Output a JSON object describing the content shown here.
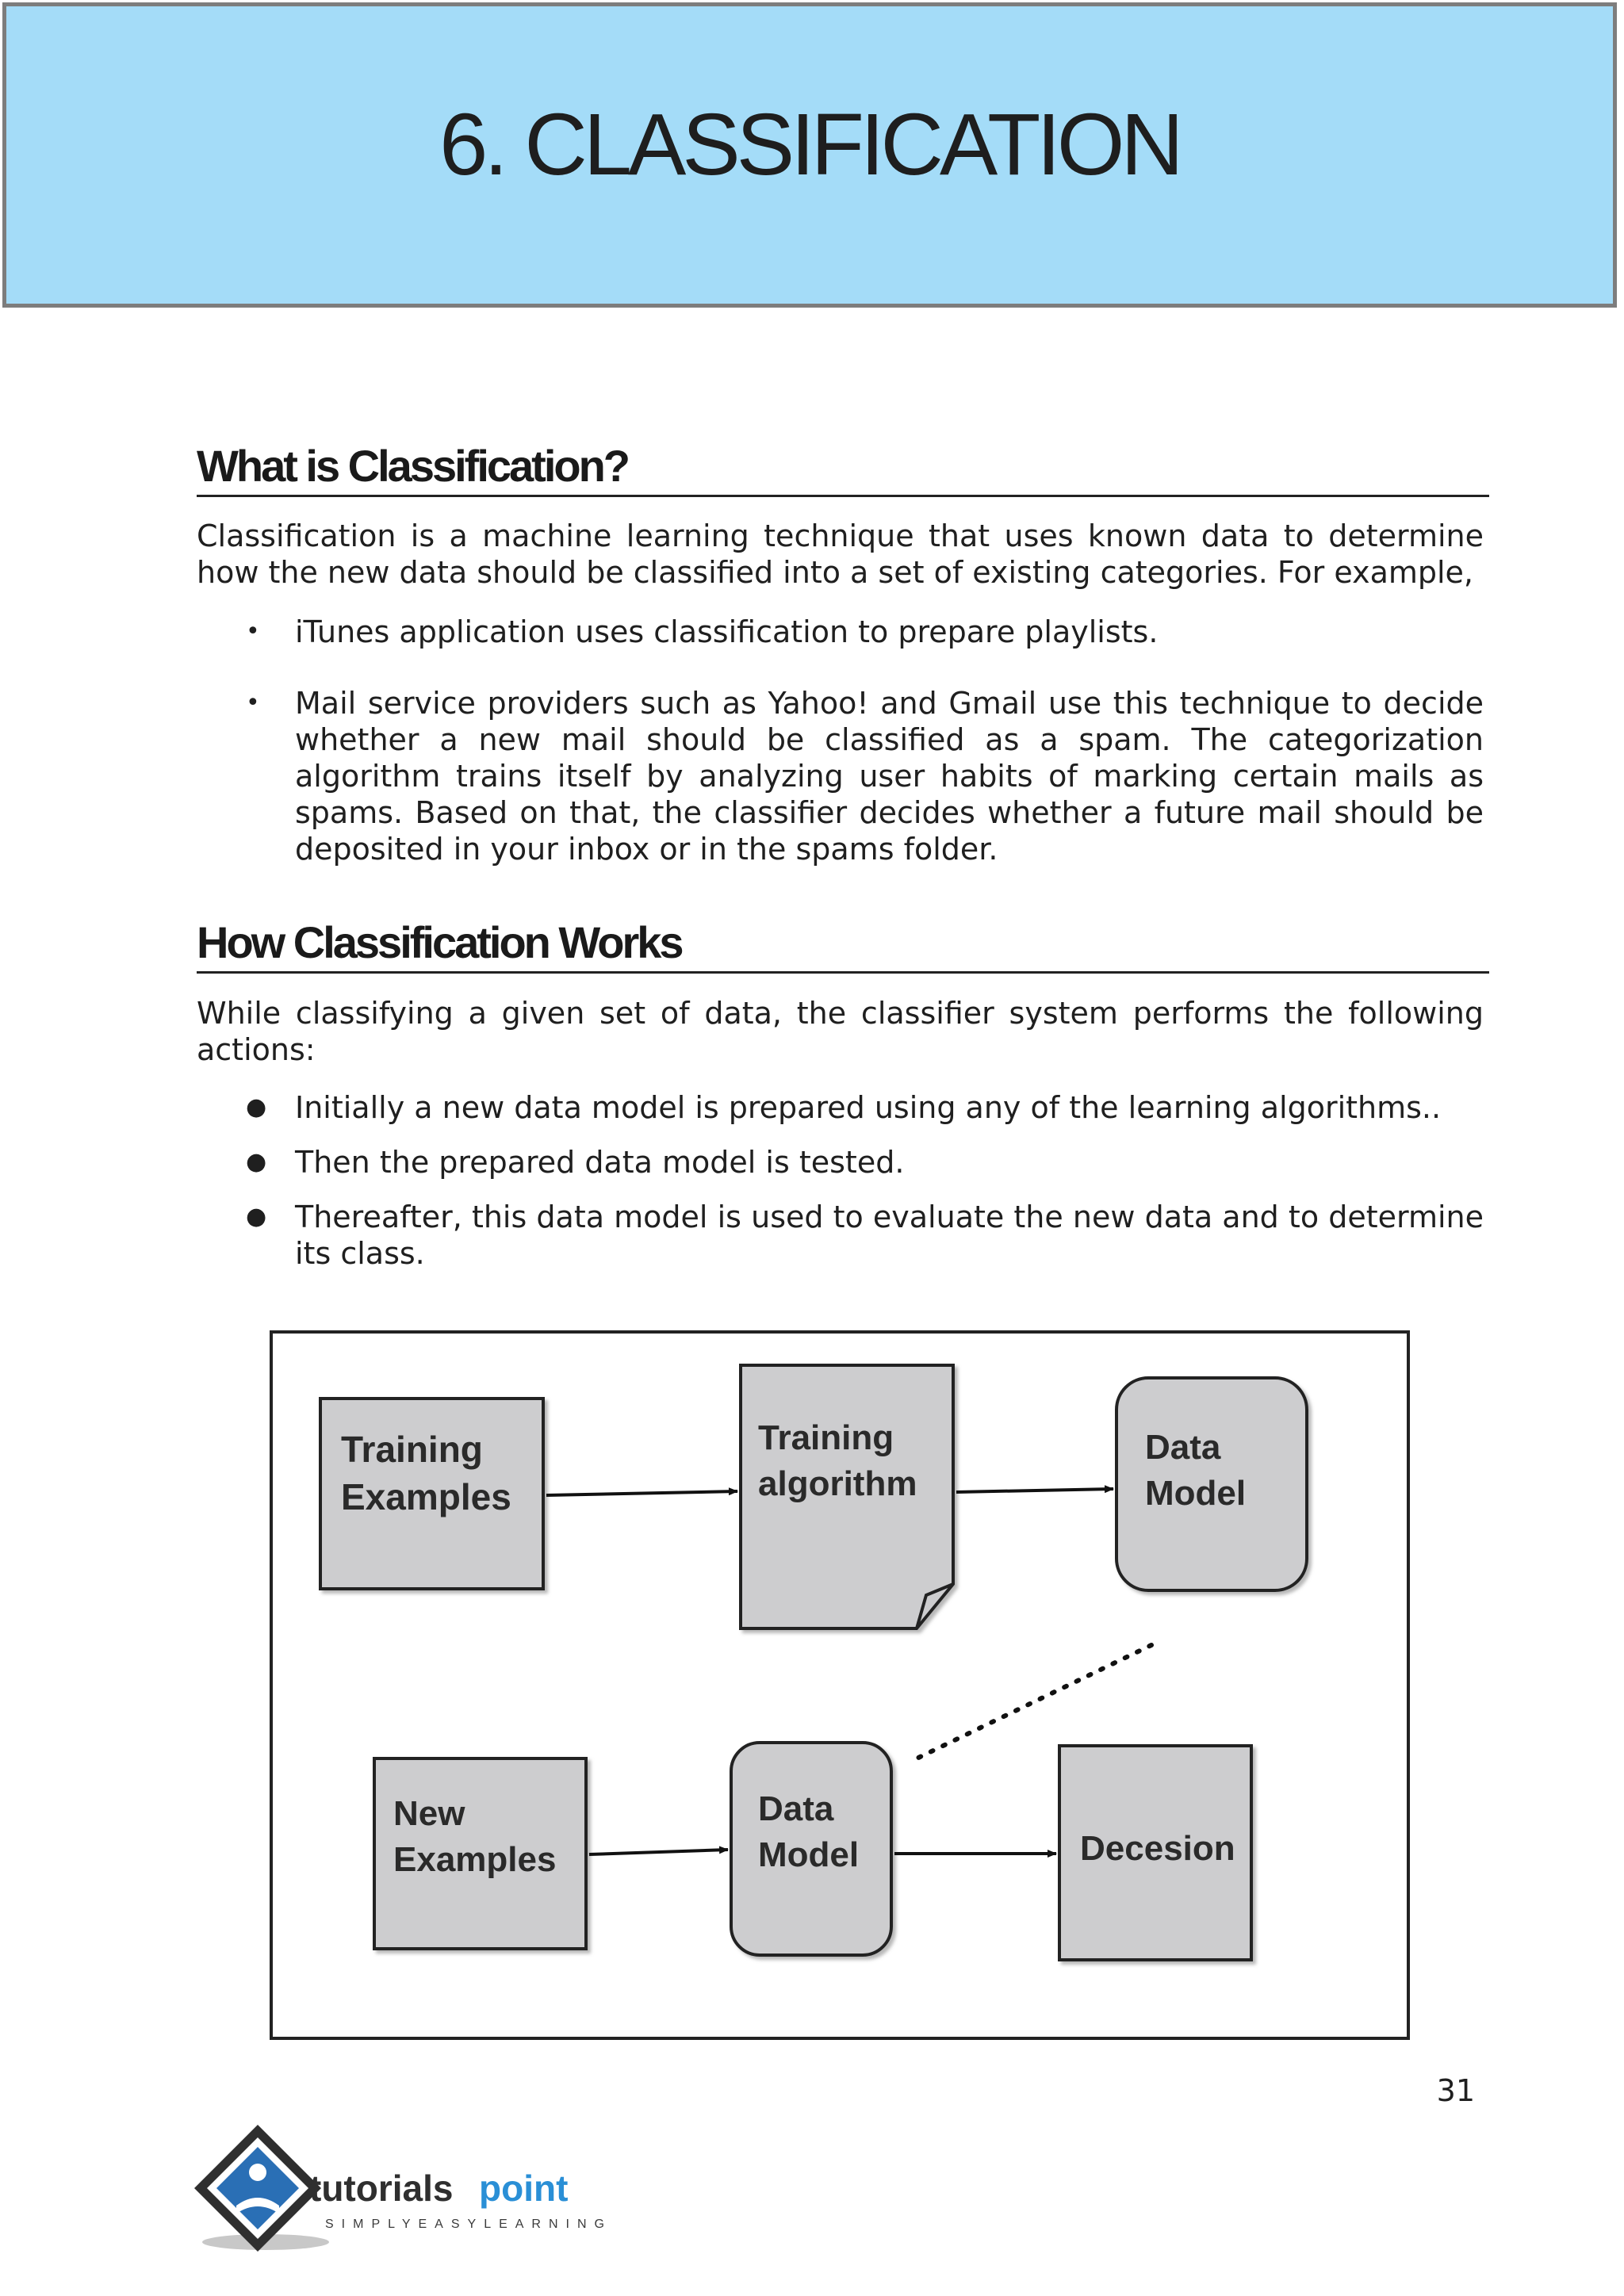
{
  "banner": {
    "title": "6. CLASSIFICATION"
  },
  "section1": {
    "heading": "What is Classification?",
    "intro": "Classification is a machine learning technique that uses known data to determine how the new data should be classified into a set of existing categories. For example,",
    "bullets": [
      "iTunes application uses classification to prepare playlists.",
      "Mail service providers such as Yahoo! and Gmail use this technique to decide whether a new mail should be classified as a spam. The categorization algorithm trains itself by analyzing user habits of marking certain mails as spams. Based on that, the classifier decides whether a future mail should be deposited in your inbox or in the spams folder."
    ]
  },
  "section2": {
    "heading": "How Classification Works",
    "intro": "While classifying a given set of data, the classifier system performs the following actions:",
    "bullets": [
      "Initially a new data model is prepared using any of the learning algorithms..",
      "Then the prepared data model is tested.",
      "Thereafter, this data model is used to evaluate the new data and to determine its class."
    ]
  },
  "diagram": {
    "training_examples": [
      "Training",
      "Examples"
    ],
    "training_algorithm": [
      "Training",
      "algorithm"
    ],
    "data_model_top": [
      "Data",
      "Model"
    ],
    "new_examples": [
      "New",
      "Examples"
    ],
    "data_model_bottom": [
      "Data",
      "Model"
    ],
    "decision": "Decesion",
    "box_fill": "#cdcdcf"
  },
  "footer": {
    "page_number": "31",
    "logo_main": "tutorials",
    "logo_accent": "point",
    "logo_tagline": "SIMPLYEASYLEARNING"
  }
}
